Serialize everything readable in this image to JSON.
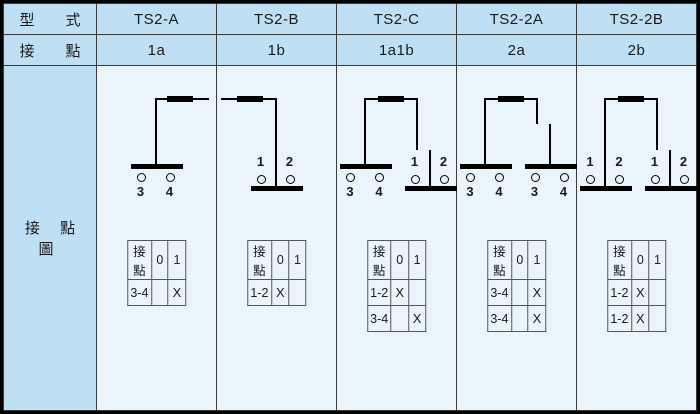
{
  "table": {
    "row_headers": {
      "model": "型　式",
      "contact": "接　點",
      "diagram": "接 點 圖"
    },
    "columns": [
      {
        "model": "TS2-A",
        "contact": "1a",
        "diagram": {
          "units": [
            {
              "type": "no",
              "terminals": [
                "3",
                "4"
              ]
            }
          ],
          "armature": "single-left"
        },
        "truth_table": {
          "headers": [
            "接點",
            "0",
            "1"
          ],
          "rows": [
            {
              "label": "3-4",
              "c0": "",
              "c1": "X"
            }
          ]
        }
      },
      {
        "model": "TS2-B",
        "contact": "1b",
        "diagram": {
          "units": [
            {
              "type": "nc",
              "terminals": [
                "1",
                "2"
              ]
            }
          ],
          "armature": "single-right"
        },
        "truth_table": {
          "headers": [
            "接點",
            "0",
            "1"
          ],
          "rows": [
            {
              "label": "1-2",
              "c0": "X",
              "c1": ""
            }
          ]
        }
      },
      {
        "model": "TS2-C",
        "contact": "1a1b",
        "diagram": {
          "units": [
            {
              "type": "no",
              "terminals": [
                "3",
                "4"
              ]
            },
            {
              "type": "nc",
              "terminals": [
                "1",
                "2"
              ]
            }
          ],
          "armature": "bridge"
        },
        "truth_table": {
          "headers": [
            "接點",
            "0",
            "1"
          ],
          "rows": [
            {
              "label": "1-2",
              "c0": "X",
              "c1": ""
            },
            {
              "label": "3-4",
              "c0": "",
              "c1": "X"
            }
          ]
        }
      },
      {
        "model": "TS2-2A",
        "contact": "2a",
        "diagram": {
          "units": [
            {
              "type": "no",
              "terminals": [
                "3",
                "4"
              ]
            },
            {
              "type": "no",
              "terminals": [
                "3",
                "4"
              ]
            }
          ],
          "armature": "bridge"
        },
        "truth_table": {
          "headers": [
            "接點",
            "0",
            "1"
          ],
          "rows": [
            {
              "label": "3-4",
              "c0": "",
              "c1": "X"
            },
            {
              "label": "3-4",
              "c0": "",
              "c1": "X"
            }
          ]
        }
      },
      {
        "model": "TS2-2B",
        "contact": "2b",
        "diagram": {
          "units": [
            {
              "type": "nc",
              "terminals": [
                "1",
                "2"
              ]
            },
            {
              "type": "nc",
              "terminals": [
                "1",
                "2"
              ]
            }
          ],
          "armature": "bridge"
        },
        "truth_table": {
          "headers": [
            "接點",
            "0",
            "1"
          ],
          "rows": [
            {
              "label": "1-2",
              "c0": "X",
              "c1": ""
            },
            {
              "label": "1-2",
              "c0": "X",
              "c1": ""
            }
          ]
        }
      }
    ]
  },
  "colors": {
    "header_blue": "#bfe0f4",
    "body_blue": "#eaf4fb",
    "border": "#3a3a3a",
    "ink": "#000000"
  }
}
